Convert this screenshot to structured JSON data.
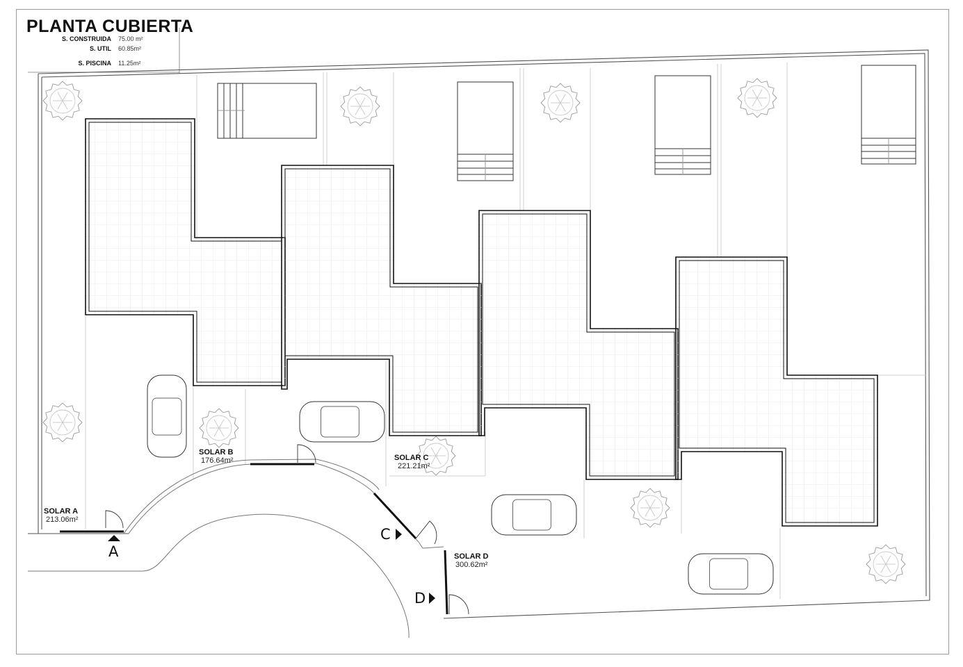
{
  "title": "PLANTA CUBIERTA",
  "stats": [
    {
      "label": "S. CONSTRUIDA",
      "value": "75.00 m²"
    },
    {
      "label": "S. UTIL",
      "value": "60.85m²"
    },
    {
      "label": "S. PISCINA",
      "value": "11.25m²"
    }
  ],
  "solars": [
    {
      "name": "SOLAR A",
      "area": "213.06m²"
    },
    {
      "name": "SOLAR B",
      "area": "176.64m²"
    },
    {
      "name": "SOLAR C",
      "area": "221.21m²"
    },
    {
      "name": "SOLAR D",
      "area": "300.62m²"
    }
  ],
  "accesses": [
    "A",
    "C",
    "D"
  ],
  "colors": {
    "line": "#111111",
    "light": "#bdbdbd",
    "grid": "#e4e4e4",
    "tree": "#9a9a9a"
  }
}
